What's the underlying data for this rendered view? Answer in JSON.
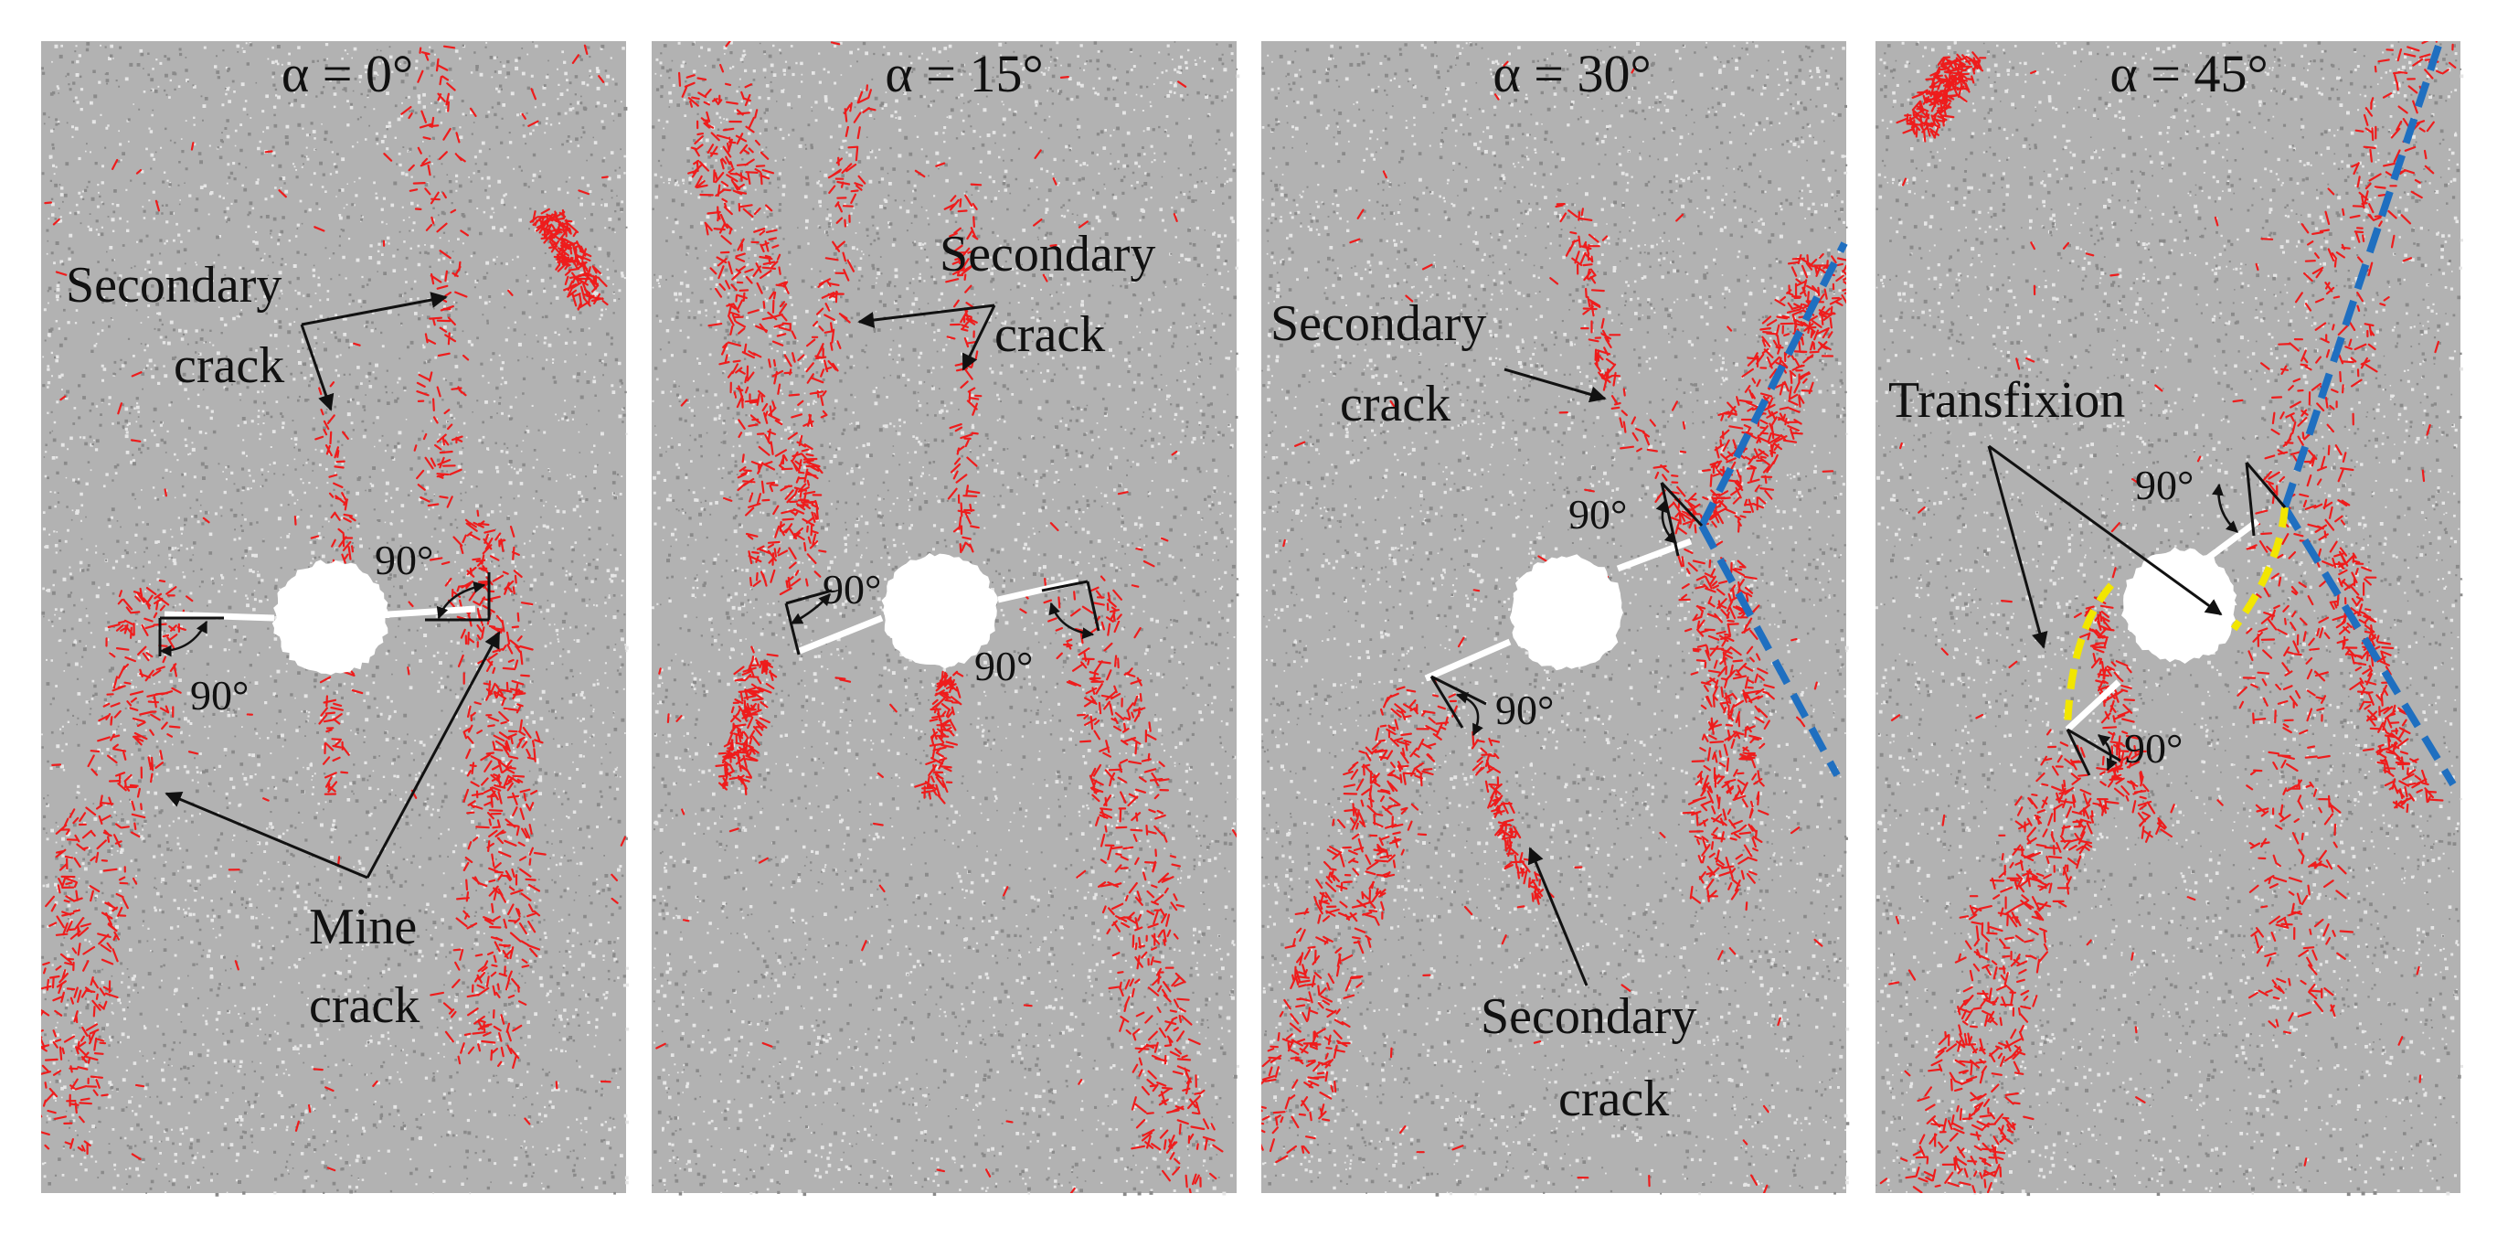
{
  "figure": {
    "colors": {
      "background": "#ffffff",
      "specimen": "#b2b2b2",
      "particle_light": "#e6e6e6",
      "particle_dark": "#8a8a8a",
      "crack": "#ee1c1c",
      "annotation": "#111111",
      "dashed_line": "#1f6fc0",
      "transfixion": "#f2e600"
    },
    "panels": [
      {
        "title": "α = 0°",
        "labels": {
          "secondary_line1": "Secondary",
          "secondary_line2": "crack",
          "mine_line1": "Mine",
          "mine_line2": "crack",
          "angle_right": "90°",
          "angle_left": "90°"
        }
      },
      {
        "title": "α = 15°",
        "labels": {
          "secondary_line1": "Secondary",
          "secondary_line2": "crack",
          "angle_left": "90°",
          "angle_right": "90°"
        }
      },
      {
        "title": "α = 30°",
        "labels": {
          "secondary_top_line1": "Secondary",
          "secondary_top_line2": "crack",
          "angle_top": "90°",
          "angle_bottom": "90°",
          "secondary_bottom_line1": "Secondary",
          "secondary_bottom_line2": "crack"
        }
      },
      {
        "title": "α = 45°",
        "labels": {
          "transfixion": "Transfixion",
          "angle_top": "90°",
          "angle_bottom": "90°"
        }
      }
    ]
  }
}
